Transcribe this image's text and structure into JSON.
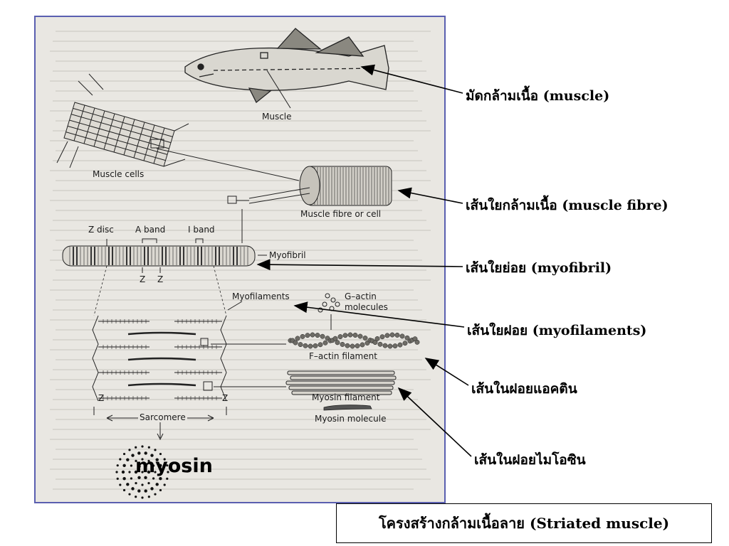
{
  "figure": {
    "labels": {
      "muscle": "Muscle",
      "muscle_cells": "Muscle cells",
      "muscle_fibre": "Muscle fibre or cell",
      "z_disc": "Z disc",
      "a_band": "A band",
      "i_band": "I band",
      "myofibril": "Myofibril",
      "z1": "Z",
      "z2": "Z",
      "myofilaments": "Myofilaments",
      "g_actin_1": "G–actin",
      "g_actin_2": "molecules",
      "f_actin": "F–actin filament",
      "myosin_filament": "Myosin filament",
      "myosin_molecule": "Myosin molecule",
      "z_left": "Z",
      "z_right": "Z",
      "sarcomere": "Sarcomere"
    },
    "myosin_caption": "myosin"
  },
  "annotations": [
    "มัดกล้ามเนื้อ (muscle)",
    "เส้นใยกล้ามเนื้อ (muscle fibre)",
    "เส้นใยย่อย (myofibril)",
    "เส้นใยฝอย (myofilaments)",
    "เส้นในฝอยแอคติน",
    "เส้นในฝอยไมโอซิน"
  ],
  "title": "โครงสร้างกล้ามเนื้อลาย (Striated muscle)",
  "colors": {
    "frame": "#5a5fb0",
    "paper": "#e9e7e2",
    "ink": "#1a1a1a"
  }
}
